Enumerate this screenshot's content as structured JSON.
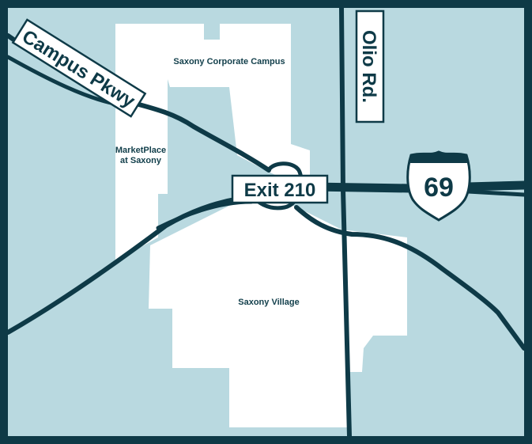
{
  "colors": {
    "frame": "#0e3a47",
    "water_background": "#b9d9e0",
    "development_area": "#ffffff",
    "road": "#0e3a47",
    "label_text": "#123f4b"
  },
  "areas": {
    "corporate_campus": "Saxony Corporate Campus",
    "marketplace_line1": "MarketPlace",
    "marketplace_line2": "at Saxony",
    "village": "Saxony Village"
  },
  "roads": {
    "campus_parkway": "Campus Pkwy",
    "olio_road": "Olio Rd.",
    "exit": "Exit 210"
  },
  "interstate_shield": {
    "number": "69",
    "icon": "interstate-shield-icon"
  }
}
